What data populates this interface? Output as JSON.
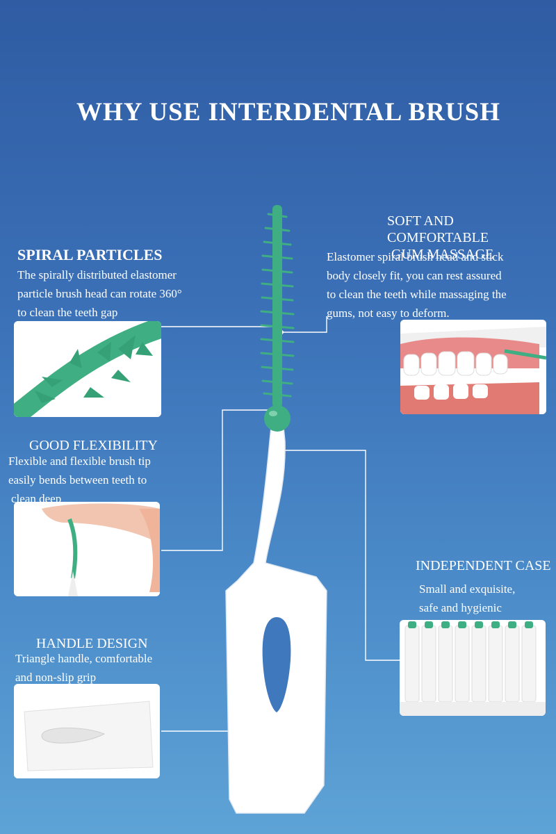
{
  "title": "WHY USE INTERDENTAL BRUSH",
  "features": {
    "spiral": {
      "heading": "SPIRAL PARTICLES",
      "lines": [
        "The spirally distributed elastomer",
        "particle brush head can rotate 360°",
        "to clean the teeth gap"
      ]
    },
    "soft": {
      "heading_lines": [
        "SOFT AND COMFORTABLE",
        "GUM MASSAGE"
      ],
      "lines": [
        "Elastomer spiral brush head and stick",
        "body closely fit, you can rest assured",
        "to clean the teeth while massaging the",
        "gums, not easy to deform."
      ]
    },
    "flex": {
      "heading": "GOOD FLEXIBILITY",
      "lines": [
        "Flexible and flexible brush tip",
        "easily bends between teeth to",
        "clean deep"
      ]
    },
    "case": {
      "heading": "INDEPENDENT CASE",
      "lines": [
        "Small and exquisite,",
        "safe and hygienic"
      ]
    },
    "handle": {
      "heading": "HANDLE DESIGN",
      "lines": [
        "Triangle handle, comfortable",
        "and non-slip grip"
      ]
    }
  },
  "colors": {
    "background_top": "#2f5ca3",
    "background_bottom": "#5ea3d6",
    "brush_green": "#3fae82",
    "handle_white": "#ffffff",
    "connector": "#ffffff"
  }
}
